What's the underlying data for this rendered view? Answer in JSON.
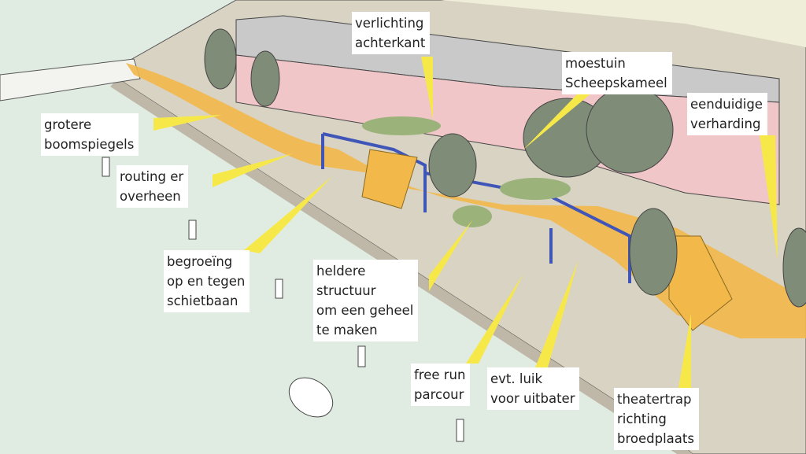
{
  "colors": {
    "water": "#e0ece2",
    "quay": "#d9d3c3",
    "path": "#f2b84a",
    "building": "#f1c6c8",
    "roof": "#c9c9c9",
    "tree": "#7f8c78",
    "callout": "#f7e84a",
    "structure": "#3f56b8"
  },
  "labels": [
    {
      "id": "verlichting",
      "lines": [
        "verlichting",
        "achterkant"
      ]
    },
    {
      "id": "moestuin",
      "lines": [
        "moestuin",
        "Scheepskameel"
      ]
    },
    {
      "id": "eenduidige",
      "lines": [
        "eenduidige",
        "verharding"
      ]
    },
    {
      "id": "grotere",
      "lines": [
        "grotere",
        "boomspiegels"
      ]
    },
    {
      "id": "routing",
      "lines": [
        "routing er",
        "overheen"
      ]
    },
    {
      "id": "begroeing",
      "lines": [
        "begroeïng",
        "op en tegen",
        "schietbaan"
      ]
    },
    {
      "id": "heldere",
      "lines": [
        "heldere",
        "structuur",
        "om een geheel",
        "te maken"
      ]
    },
    {
      "id": "freerun",
      "lines": [
        "free run",
        "parcour"
      ]
    },
    {
      "id": "luik",
      "lines": [
        "evt. luik",
        "voor uitbater"
      ]
    },
    {
      "id": "theatertrap",
      "lines": [
        "theatertrap",
        "richting",
        "broedplaats"
      ]
    }
  ]
}
